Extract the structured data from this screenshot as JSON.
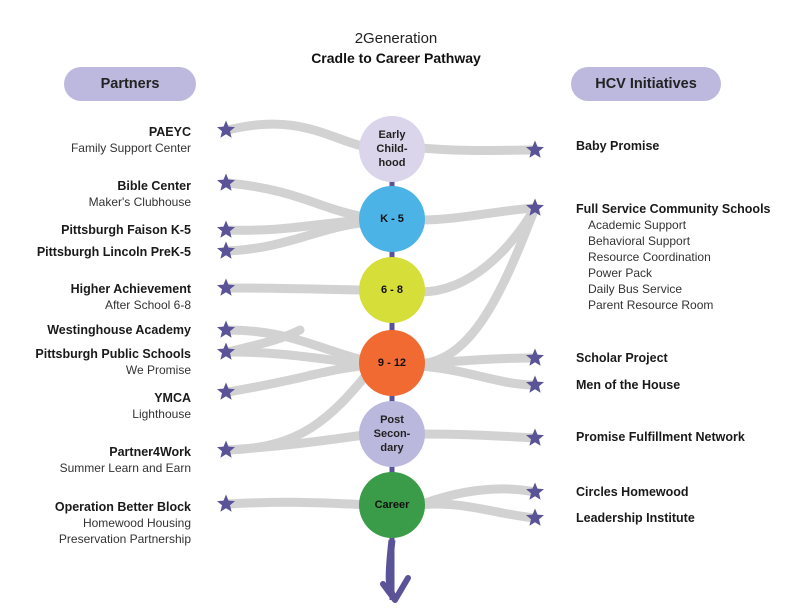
{
  "title": {
    "line1": "2Generation",
    "line2": "Cradle to Career Pathway"
  },
  "headers": {
    "left": "Partners",
    "right": "HCV Initiatives"
  },
  "stages": [
    "Early\nChild-\nhood",
    "K - 5",
    "6 - 8",
    "9 - 12",
    "Post\nSecon-\ndary",
    "Career"
  ],
  "partners": [
    {
      "name": "PAEYC",
      "sub": "Family Support Center"
    },
    {
      "name": "Bible Center",
      "sub": "Maker's Clubhouse"
    },
    {
      "name": "Pittsburgh Faison K-5"
    },
    {
      "name": "Pittsburgh Lincoln PreK-5"
    },
    {
      "name": "Higher Achievement",
      "sub": "After School 6-8"
    },
    {
      "name": "Westinghouse Academy"
    },
    {
      "name": "Pittsburgh Public Schools",
      "sub": "We Promise"
    },
    {
      "name": "YMCA",
      "sub": "Lighthouse"
    },
    {
      "name": "Partner4Work",
      "sub": "Summer Learn and Earn"
    },
    {
      "name": "Operation Better Block",
      "sub": "Homewood Housing",
      "sub2": "Preservation Partnership"
    }
  ],
  "initiatives": [
    {
      "name": "Baby Promise"
    },
    {
      "name": "Full Service Community Schools",
      "details": [
        "Academic Support",
        "Behavioral Support",
        "Resource Coordination",
        "Power Pack",
        "Daily Bus Service",
        "Parent Resource Room"
      ]
    },
    {
      "name": "Scholar Project"
    },
    {
      "name": "Men of the House"
    },
    {
      "name": "Promise Fulfillment Network"
    },
    {
      "name": "Circles Homewood"
    },
    {
      "name": "Leadership Institute"
    }
  ],
  "colors": {
    "pill": "#bdb9de",
    "star": "#5b5398",
    "spine": "#5b5398",
    "connector": "#d2d2d2",
    "early_childhood": "#dad5ea",
    "k5": "#4cb3e6",
    "grades_6_8": "#d6de3a",
    "grades_9_12": "#f06a32",
    "post_secondary": "#bbb8dd",
    "career": "#3a9c48"
  }
}
